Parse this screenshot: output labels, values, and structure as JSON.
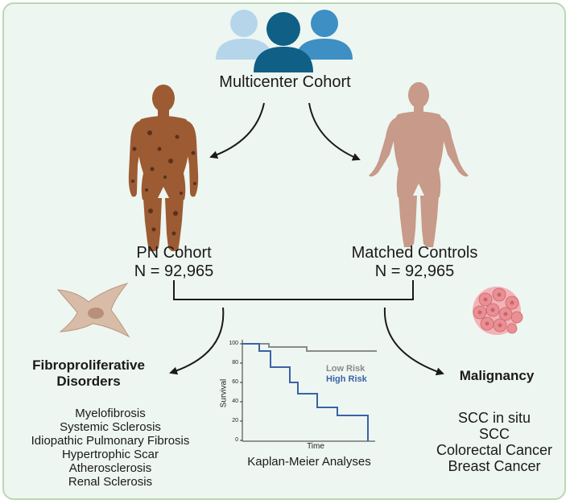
{
  "top": {
    "title": "Multicenter Cohort"
  },
  "pn_cohort": {
    "label": "PN Cohort",
    "n": "N = 92,965"
  },
  "controls": {
    "label": "Matched Controls",
    "n": "N = 92,965"
  },
  "fibro": {
    "heading_line1": "Fibroproliferative",
    "heading_line2": "Disorders",
    "items": [
      "Myelofibrosis",
      "Systemic Sclerosis",
      "Idiopathic Pulmonary Fibrosis",
      "Hypertrophic Scar",
      "Atherosclerosis",
      "Renal Sclerosis"
    ]
  },
  "malignancy": {
    "heading": "Malignancy",
    "items": [
      "SCC in situ",
      "SCC",
      "Colorectal Cancer",
      "Breast Cancer"
    ]
  },
  "km": {
    "caption": "Kaplan-Meier Analyses",
    "xlabel": "Time",
    "ylabel": "Survival",
    "yticks": [
      "100",
      "80",
      "60",
      "40",
      "20",
      "0"
    ],
    "legend_low": "Low Risk",
    "legend_high": "High Risk",
    "colors": {
      "low": "#8a8a8a",
      "high": "#3a62a8"
    }
  },
  "icons": {
    "people": "people-group-icon",
    "pn_body": "human-body-lesions-icon",
    "control_body": "human-body-icon",
    "fibroblast": "fibroblast-cell-icon",
    "tumor": "tumor-cluster-icon"
  },
  "colors": {
    "frame_bg": "#eef6f1",
    "frame_border": "#b9d8b2",
    "people_light": "#b5d6ea",
    "people_dark": "#0f5f86",
    "people_mid": "#3d8fc4",
    "skin_pn": "#9c5b33",
    "skin_control": "#c79a89",
    "fibroblast": "#d8bca7",
    "tumor": "#ea8f94"
  }
}
